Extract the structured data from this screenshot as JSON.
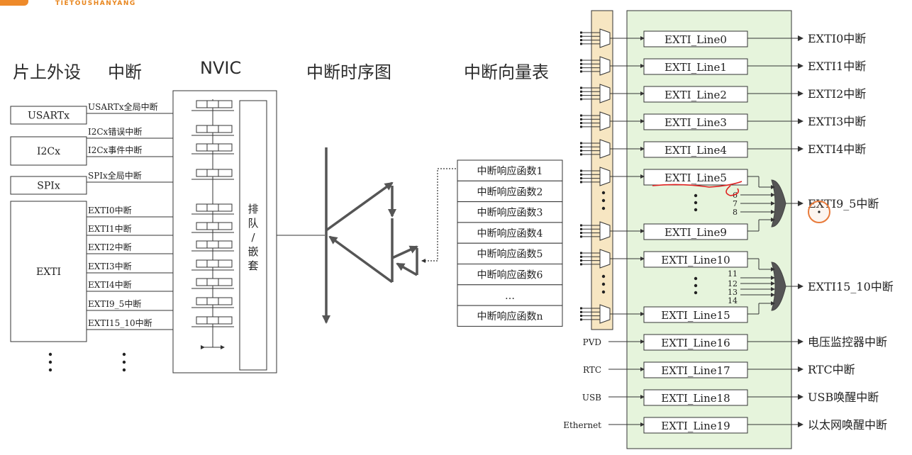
{
  "brand": {
    "text": "TIETOUSHANYANG"
  },
  "headers": {
    "peripherals": "片上外设",
    "interrupt": "中断",
    "nvic": "NVIC",
    "timing": "中断时序图",
    "vector_table": "中断向量表"
  },
  "peripherals": [
    "USARTx",
    "I2Cx",
    "SPIx",
    "EXTI"
  ],
  "irq_lines": [
    "USARTx全局中断",
    "I2Cx错误中断",
    "I2Cx事件中断",
    "SPIx全局中断",
    "EXTI0中断",
    "EXTI1中断",
    "EXTI2中断",
    "EXTI3中断",
    "EXTI4中断",
    "EXTI9_5中断",
    "EXTI15_10中断"
  ],
  "nvic_queue": [
    "排",
    "队",
    "/",
    "嵌",
    "套"
  ],
  "vector_table": [
    "中断响应函数1",
    "中断响应函数2",
    "中断响应函数3",
    "中断响应函数4",
    "中断响应函数5",
    "中断响应函数6",
    "…",
    "中断响应函数n"
  ],
  "exti": {
    "lines": [
      "EXTI_Line0",
      "EXTI_Line1",
      "EXTI_Line2",
      "EXTI_Line3",
      "EXTI_Line4",
      "EXTI_Line5",
      "EXTI_Line9",
      "EXTI_Line10",
      "EXTI_Line15",
      "EXTI_Line16",
      "EXTI_Line17",
      "EXTI_Line18",
      "EXTI_Line19"
    ],
    "outputs": [
      "EXTI0中断",
      "EXTI1中断",
      "EXTI2中断",
      "EXTI3中断",
      "EXTI4中断",
      "EXTI9_5中断",
      "EXTI15_10中断",
      "电压监控器中断",
      "RTC中断",
      "USB唤醒中断",
      "以太网唤醒中断"
    ],
    "or_inputs_a": [
      "6",
      "7",
      "8"
    ],
    "or_inputs_b": [
      "11",
      "12",
      "13",
      "14"
    ],
    "sources": [
      "PVD",
      "RTC",
      "USB",
      "Ethernet"
    ]
  },
  "colors": {
    "line": "#333333",
    "exti_bg": "#e6f4dc",
    "mux_bg": "#f7e6c2",
    "arrow": "#555555",
    "annotation": "#e02020",
    "cursor": "#e87a3a"
  }
}
